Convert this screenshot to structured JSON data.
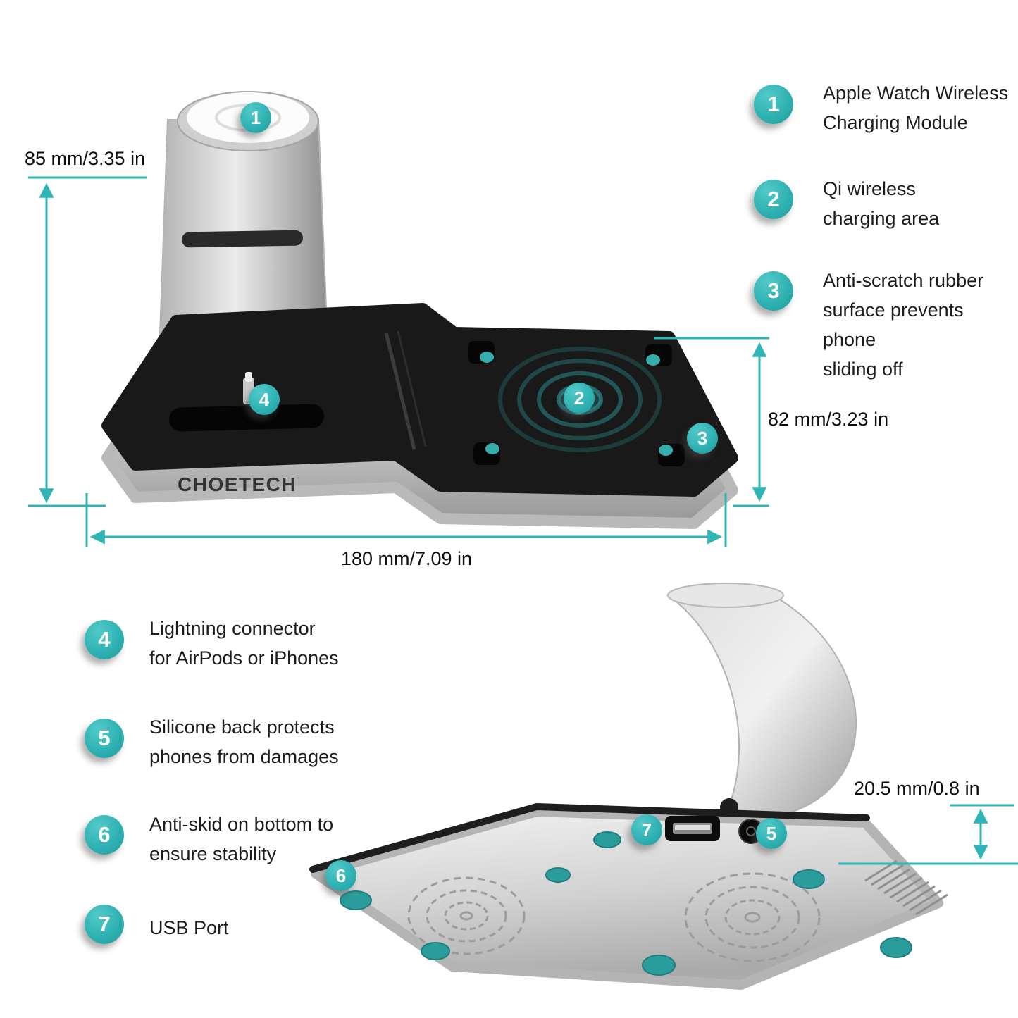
{
  "brand": "CHOETECH",
  "callouts": [
    {
      "num": "1",
      "label": "Apple Watch Wireless\nCharging Module"
    },
    {
      "num": "2",
      "label": "Qi wireless\ncharging area"
    },
    {
      "num": "3",
      "label": "Anti-scratch rubber\nsurface prevents phone\nsliding off"
    },
    {
      "num": "4",
      "label": "Lightning connector\nfor AirPods or iPhones"
    },
    {
      "num": "5",
      "label": "Silicone back protects\nphones from damages"
    },
    {
      "num": "6",
      "label": "Anti-skid on bottom to\nensure stability"
    },
    {
      "num": "7",
      "label": "USB Port"
    }
  ],
  "dimensions": {
    "height": "85 mm/3.35 in",
    "width": "180 mm/7.09 in",
    "depth": "82 mm/3.23 in",
    "thickness": "20.5 mm/0.8 in"
  },
  "colors": {
    "accent": "#2FB5B5",
    "badge_teal": "#2FB2B3",
    "product_black": "#191919",
    "product_silver": "#C9C9C9"
  }
}
